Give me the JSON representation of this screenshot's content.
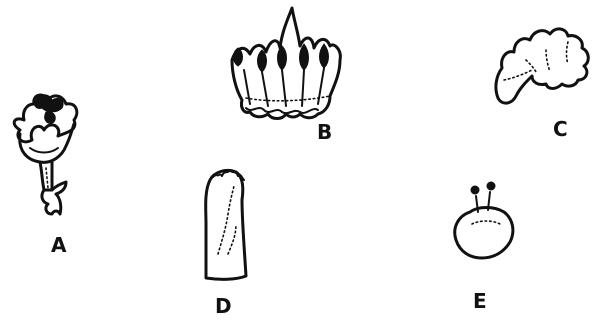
{
  "figure": {
    "panels": [
      {
        "id": "A",
        "label": "A",
        "icon": "flower-with-stalk-icon"
      },
      {
        "id": "B",
        "label": "B",
        "icon": "opened-corolla-icon"
      },
      {
        "id": "C",
        "label": "C",
        "icon": "calyx-fragment-icon"
      },
      {
        "id": "D",
        "label": "D",
        "icon": "petal-icon"
      },
      {
        "id": "E",
        "label": "E",
        "icon": "ovary-with-stigma-icon"
      }
    ]
  }
}
